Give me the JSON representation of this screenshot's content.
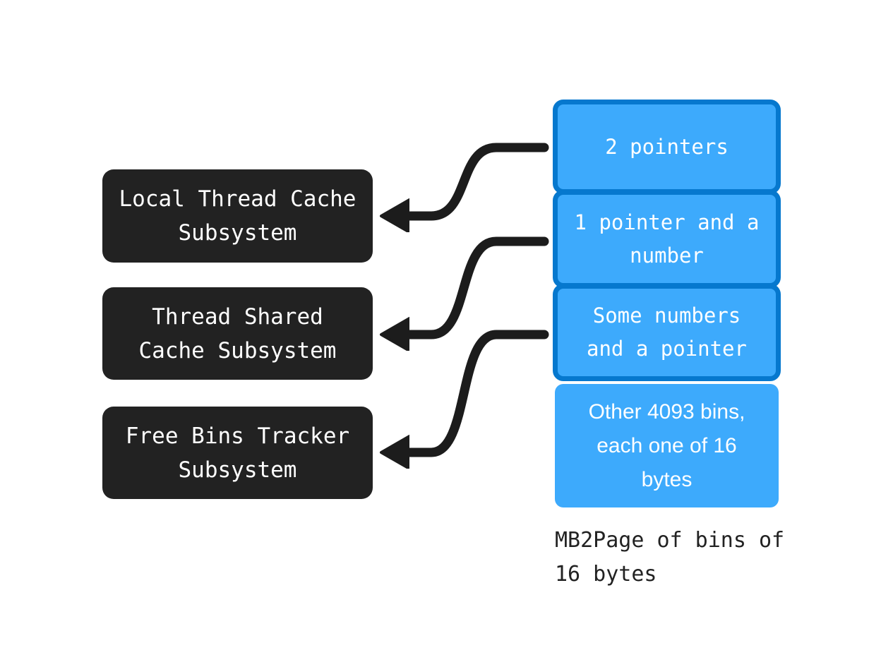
{
  "diagram": {
    "left_boxes": [
      {
        "label": "Local Thread Cache Subsystem",
        "lines": [
          "Local Thread Cache",
          "Subsystem"
        ]
      },
      {
        "label": "Thread Shared Cache Subsystem",
        "lines": [
          "Thread Shared",
          "Cache Subsystem"
        ]
      },
      {
        "label": "Free Bins Tracker Subsystem",
        "lines": [
          "Free Bins Tracker",
          "Subsystem"
        ]
      }
    ],
    "bin_stack": [
      {
        "label": "2 pointers",
        "lines": [
          "2 pointers"
        ]
      },
      {
        "label": "1 pointer and a number",
        "lines": [
          "1 pointer and a",
          "number"
        ]
      },
      {
        "label": "Some numbers and a pointer",
        "lines": [
          "Some numbers",
          "and a pointer"
        ]
      },
      {
        "label": "Other 4093 bins, each one of 16 bytes",
        "lines": [
          "Other 4093 bins,",
          "each one of 16",
          "bytes"
        ]
      }
    ],
    "caption": {
      "label": "MB2Page of bins of 16 bytes",
      "lines": [
        "MB2Page of bins of",
        "16 bytes"
      ]
    },
    "colors": {
      "bin_fill": "#3DAAFC",
      "bin_border": "#0678CE",
      "box_dark": "#222222",
      "arrow": "#1C1C1C",
      "text_light": "#FFFFFF",
      "background": "#FFFFFF"
    }
  }
}
